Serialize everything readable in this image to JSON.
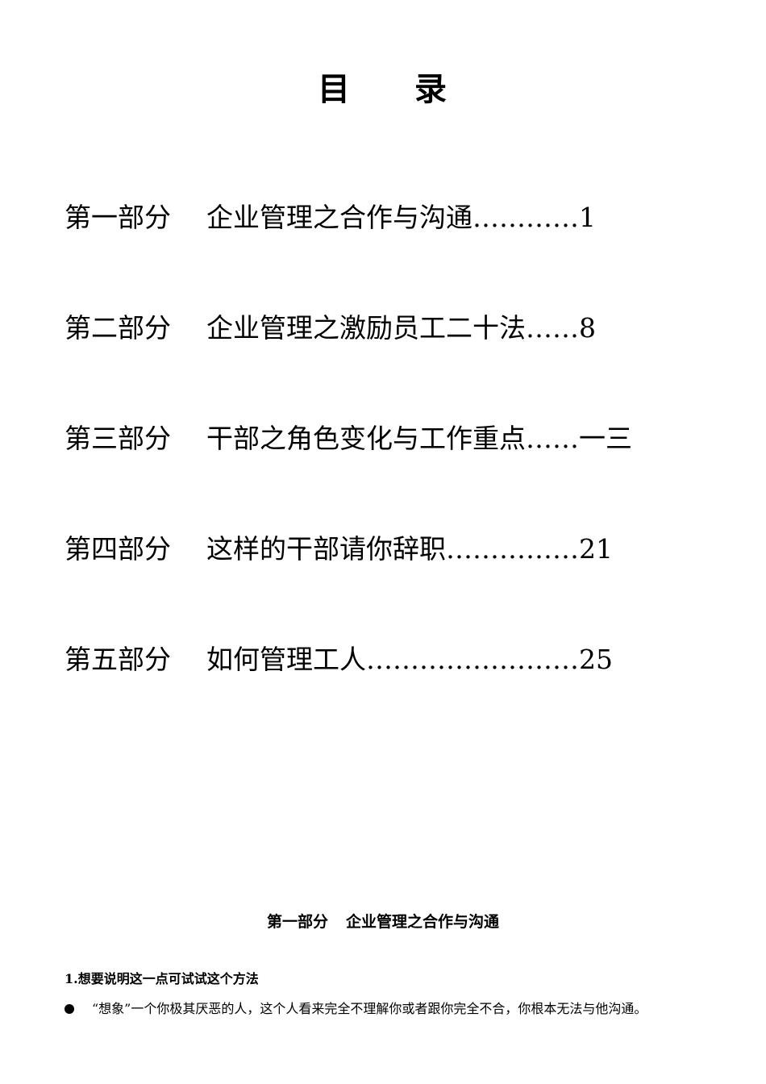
{
  "toc": {
    "title_char_1": "目",
    "title_char_2": "录",
    "entries": [
      {
        "part": "第一部分",
        "title": "企业管理之合作与沟通…………1"
      },
      {
        "part": "第二部分",
        "title": "企业管理之激励员工二十法……8"
      },
      {
        "part": "第三部分",
        "title": "干部之角色变化与工作重点……一三"
      },
      {
        "part": "第四部分",
        "title": "这样的干部请你辞职……………21"
      },
      {
        "part": "第五部分",
        "title": "如何管理工人……………………25"
      }
    ]
  },
  "section": {
    "part": "第一部分",
    "title": "企业管理之合作与沟通",
    "subheading": "1.想要说明这一点可试试这个方法",
    "bullet_text": "“想象”一个你极其厌恶的人，这个人看来完全不理解你或者跟你完全不合，你根本无法与他沟通。"
  }
}
